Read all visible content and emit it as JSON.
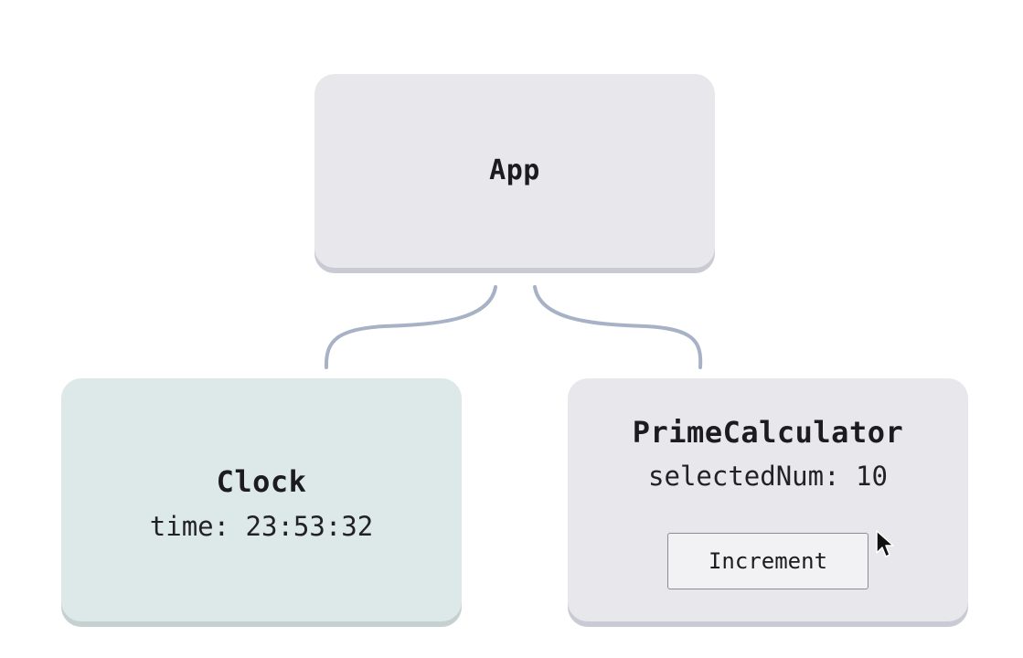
{
  "diagram": {
    "root": {
      "title": "App"
    },
    "children": [
      {
        "title": "Clock",
        "state": "time: 23:53:32"
      },
      {
        "title": "PrimeCalculator",
        "state": "selectedNum: 10",
        "button_label": "Increment"
      }
    ]
  },
  "colors": {
    "node_default": "#e8e8ec",
    "node_highlight": "#dde9e8",
    "connector": "#a8b2c6"
  }
}
